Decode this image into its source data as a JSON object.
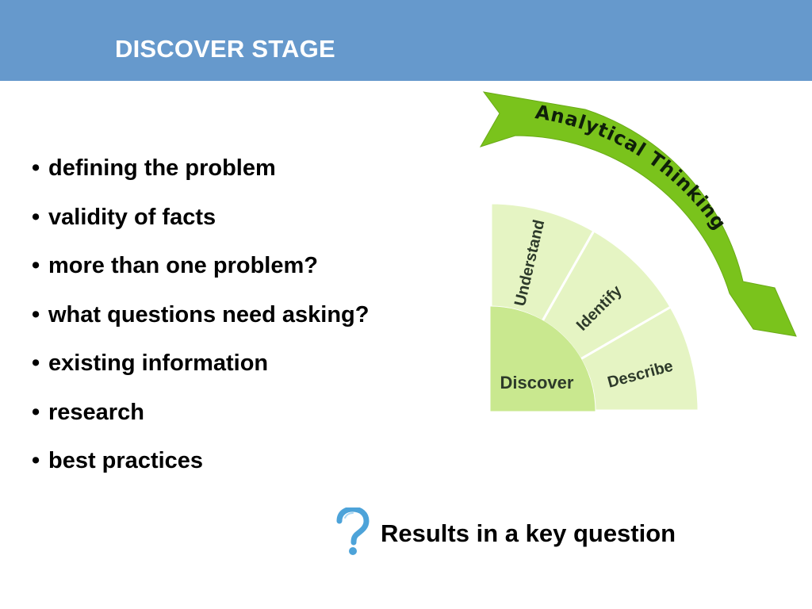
{
  "header": {
    "title": "DISCOVER STAGE"
  },
  "bullets": [
    "defining the problem",
    "validity of facts",
    "more than one problem?",
    "what questions need asking?",
    "existing information",
    "research",
    "best practices"
  ],
  "diagram": {
    "banner": "Analytical Thinking",
    "segments": {
      "understand": "Understand",
      "identify": "Identify",
      "describe": "Describe",
      "discover": "Discover"
    }
  },
  "result": {
    "text": "Results in a key question"
  },
  "colors": {
    "header": "#6699cc",
    "banner_green": "#7ac31c",
    "segment_light": "#e5f4c3",
    "discover_green": "#c9e88f"
  },
  "icons": {
    "question": "question-mark-icon"
  }
}
